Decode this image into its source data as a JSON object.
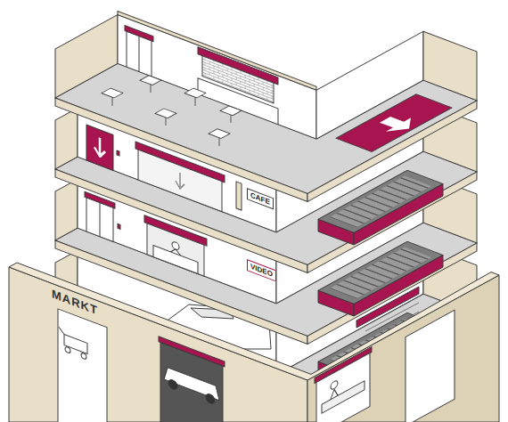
{
  "diagram": {
    "labels": [
      "CAFE",
      "VIDEO",
      "MARKT"
    ]
  }
}
